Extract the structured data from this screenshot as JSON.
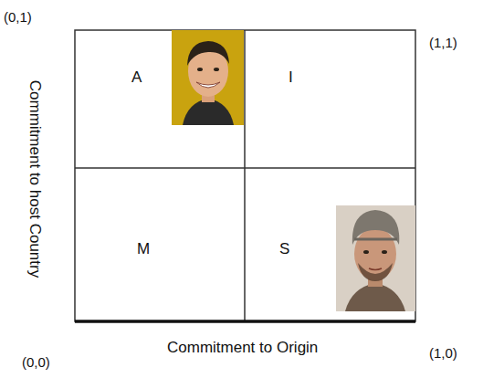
{
  "diagram": {
    "nodes": [
      {
        "text": [
          "A"
        ]
      },
      {
        "text": [
          "I"
        ]
      },
      {
        "text": [
          "M"
        ]
      },
      {
        "text": [
          "S"
        ]
      }
    ],
    "labels": [
      "(0,1)",
      "(1,1)",
      "(0,0)",
      "(1,0)",
      "Commitment to host Country",
      "Commitment to Origin"
    ]
  }
}
